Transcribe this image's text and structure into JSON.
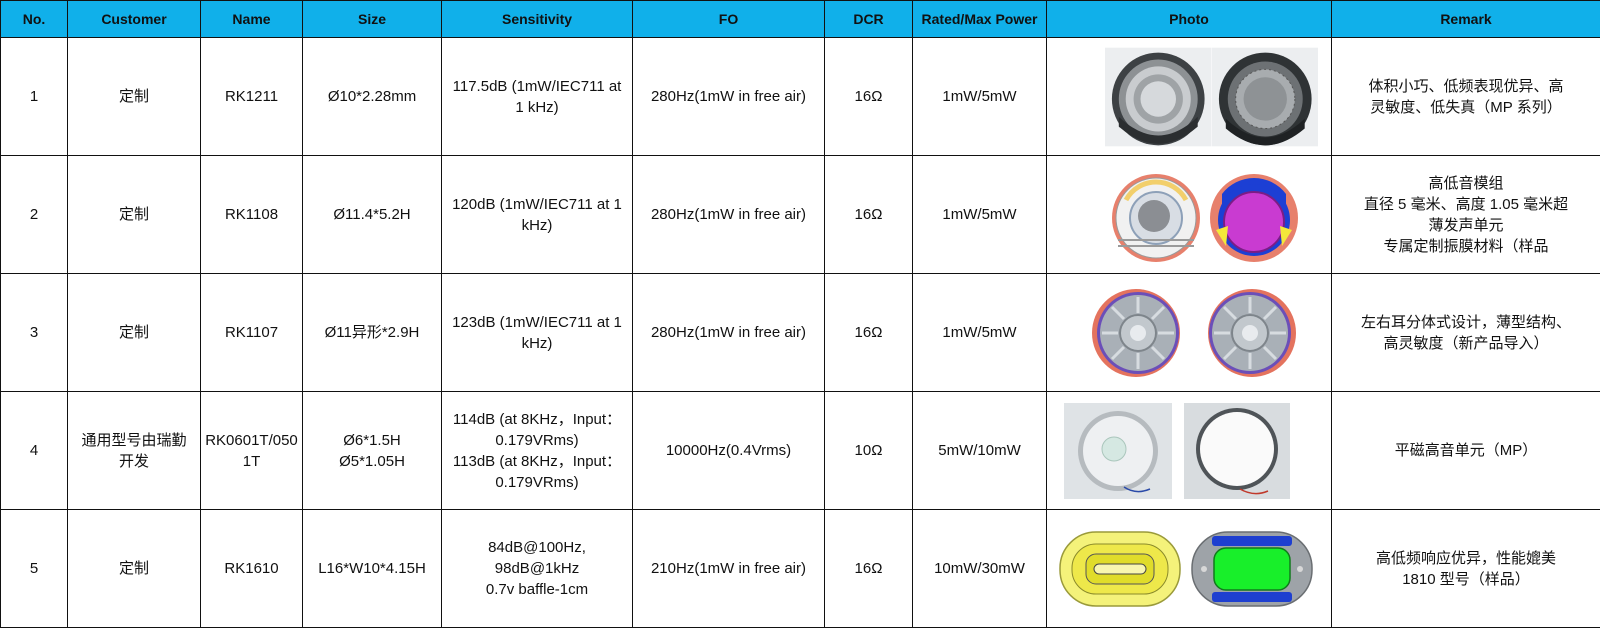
{
  "columns": {
    "no": "No.",
    "customer": "Customer",
    "name": "Name",
    "size": "Size",
    "sensitivity": "Sensitivity",
    "fo": "FO",
    "dcr": "DCR",
    "power": "Rated/Max Power",
    "photo": "Photo",
    "remark": "Remark"
  },
  "rows": [
    {
      "no": "1",
      "customer": "定制",
      "name": "RK1211",
      "size": "Ø10*2.28mm",
      "sensitivity": [
        "117.5dB (1mW/IEC711 at",
        "1 kHz)"
      ],
      "fo": "280Hz(1mW in free air)",
      "dcr": "16Ω",
      "power": "1mW/5mW",
      "photo_icons": [
        "speaker-front-photo-icon",
        "speaker-back-photo-icon"
      ],
      "remark": [
        "体积小巧、低频表现优异、高",
        "灵敏度、低失真（MP 系列）"
      ]
    },
    {
      "no": "2",
      "customer": "定制",
      "name": "RK1108",
      "size": "Ø11.4*5.2H",
      "sensitivity": [
        "120dB (1mW/IEC711 at 1",
        "kHz)"
      ],
      "fo": "280Hz(1mW in free air)",
      "dcr": "16Ω",
      "power": "1mW/5mW",
      "photo_icons": [
        "cad-driver-front-icon",
        "cad-driver-back-icon"
      ],
      "remark": [
        "高低音模组",
        "直径 5 毫米、高度 1.05 毫米超",
        "薄发声单元",
        "专属定制振膜材料（样品"
      ]
    },
    {
      "no": "3",
      "customer": "定制",
      "name": "RK1107",
      "size": "Ø11异形*2.9H",
      "sensitivity": [
        "123dB (1mW/IEC711 at 1",
        "kHz)"
      ],
      "fo": "280Hz(1mW in free air)",
      "dcr": "16Ω",
      "power": "1mW/5mW",
      "photo_icons": [
        "radial-diaphragm-left-icon",
        "radial-diaphragm-right-icon"
      ],
      "remark": [
        "左右耳分体式设计，薄型结构、",
        "高灵敏度（新产品导入）"
      ]
    },
    {
      "no": "4",
      "customer": [
        "通用型号由瑞勤",
        "开发"
      ],
      "name": [
        "RK0601T/050",
        "1T"
      ],
      "size": [
        "Ø6*1.5H",
        "Ø5*1.05H"
      ],
      "sensitivity": [
        "114dB (at 8KHz，Input：",
        "0.179VRms)",
        "113dB (at 8KHz，Input：",
        "0.179VRms)"
      ],
      "fo": "10000Hz(0.4Vrms)",
      "dcr": "10Ω",
      "power": "5mW/10mW",
      "photo_icons": [
        "planar-tweeter-front-photo-icon",
        "planar-tweeter-back-photo-icon"
      ],
      "remark": [
        "平磁高音单元（MP）"
      ]
    },
    {
      "no": "5",
      "customer": "定制",
      "name": "RK1610",
      "size": "L16*W10*4.15H",
      "sensitivity": [
        "84dB@100Hz,",
        "98dB@1kHz",
        "0.7v baffle-1cm"
      ],
      "fo": "210Hz(1mW in free air)",
      "dcr": "16Ω",
      "power": "10mW/30mW",
      "photo_icons": [
        "rect-driver-yellow-icon",
        "rect-driver-green-icon"
      ],
      "remark": [
        "高低频响应优异，性能媲美",
        "1810 型号（样品）"
      ]
    }
  ]
}
